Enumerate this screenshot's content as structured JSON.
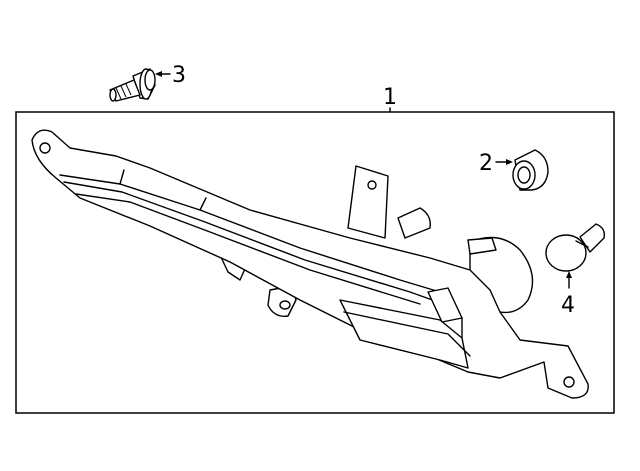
{
  "callouts": {
    "c1": "1",
    "c2": "2",
    "c3": "3",
    "c4": "4"
  },
  "parts": [
    {
      "ref": "1",
      "item": "fog-lamp-assembly"
    },
    {
      "ref": "2",
      "item": "socket"
    },
    {
      "ref": "3",
      "item": "bolt"
    },
    {
      "ref": "4",
      "item": "bulb"
    }
  ]
}
